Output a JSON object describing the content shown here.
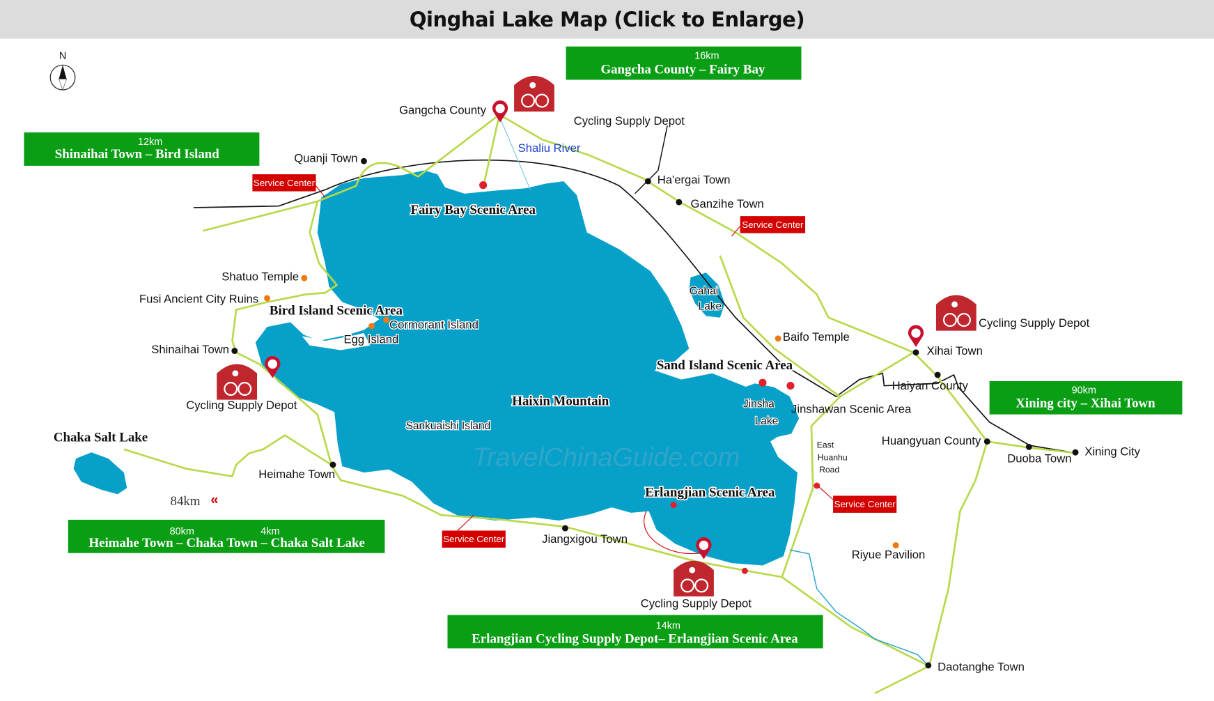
{
  "title": "Qinghai Lake Map (Click to Enlarge)",
  "compass": "N",
  "watermark": "TravelChinaGuide.com",
  "colors": {
    "lake": "#06a0c9",
    "road": "#b7d94a",
    "box": "#0a9e14",
    "service": "#d40000",
    "rail": "#111111"
  },
  "routes": [
    {
      "km": "16km",
      "label": "Gangcha County – Fairy Bay"
    },
    {
      "km": "12km",
      "label": "Shinaihai Town – Bird Island"
    },
    {
      "km": "90km",
      "label": "Xining city – Xihai Town"
    },
    {
      "km": "80km",
      "km2": "4km",
      "label": "Heimahe Town – Chaka Town – Chaka Salt Lake"
    },
    {
      "km": "14km",
      "label": "Erlangjian Cycling Supply Depot– Erlangjian Scenic Area"
    }
  ],
  "scenic_areas": [
    "Fairy Bay Scenic Area",
    "Bird Island Scenic Area",
    "Sand Island Scenic Area",
    "Haixin Mountain",
    "Erlangjian Scenic Area",
    "Chaka Salt Lake"
  ],
  "places": {
    "gangcha": "Gangcha County",
    "quanji": "Quanji Town",
    "haergai": "Ha'ergai Town",
    "ganzihe": "Ganzihe Town",
    "shatuo": "Shatuo Temple",
    "fusi": "Fusi Ancient City Ruins",
    "cormorant": "Cormorant Island",
    "egg": "Egg Island",
    "shinaihai": "Shinaihai Town",
    "sankuaishi": "Sankuaishi Island",
    "heimahe": "Heimahe Town",
    "jiangxigou": "Jiangxigou Town",
    "gahai1": "Gahai",
    "gahai2": "Lake",
    "baifo": "Baifo Temple",
    "xihai": "Xihai Town",
    "haiyan": "Haiyan County",
    "jinsha1": "Jinsha",
    "jinsha2": "Lake",
    "jinshawan": "Jinshawan Scenic Area",
    "huangyuan": "Huangyuan County",
    "duoba": "Duoba Town",
    "xining": "Xining City",
    "riyue": "Riyue Pavilion",
    "daotanghe": "Daotanghe Town",
    "shaliu": "Shaliu River",
    "east1": "East",
    "east2": "Huanhu",
    "east3": "Road"
  },
  "depots": [
    "Cycling Supply Depot",
    "Cycling Supply Depot",
    "Cycling Supply Depot",
    "Cycling Supply Depot"
  ],
  "service_center": "Service Center",
  "distance_84": "84km"
}
